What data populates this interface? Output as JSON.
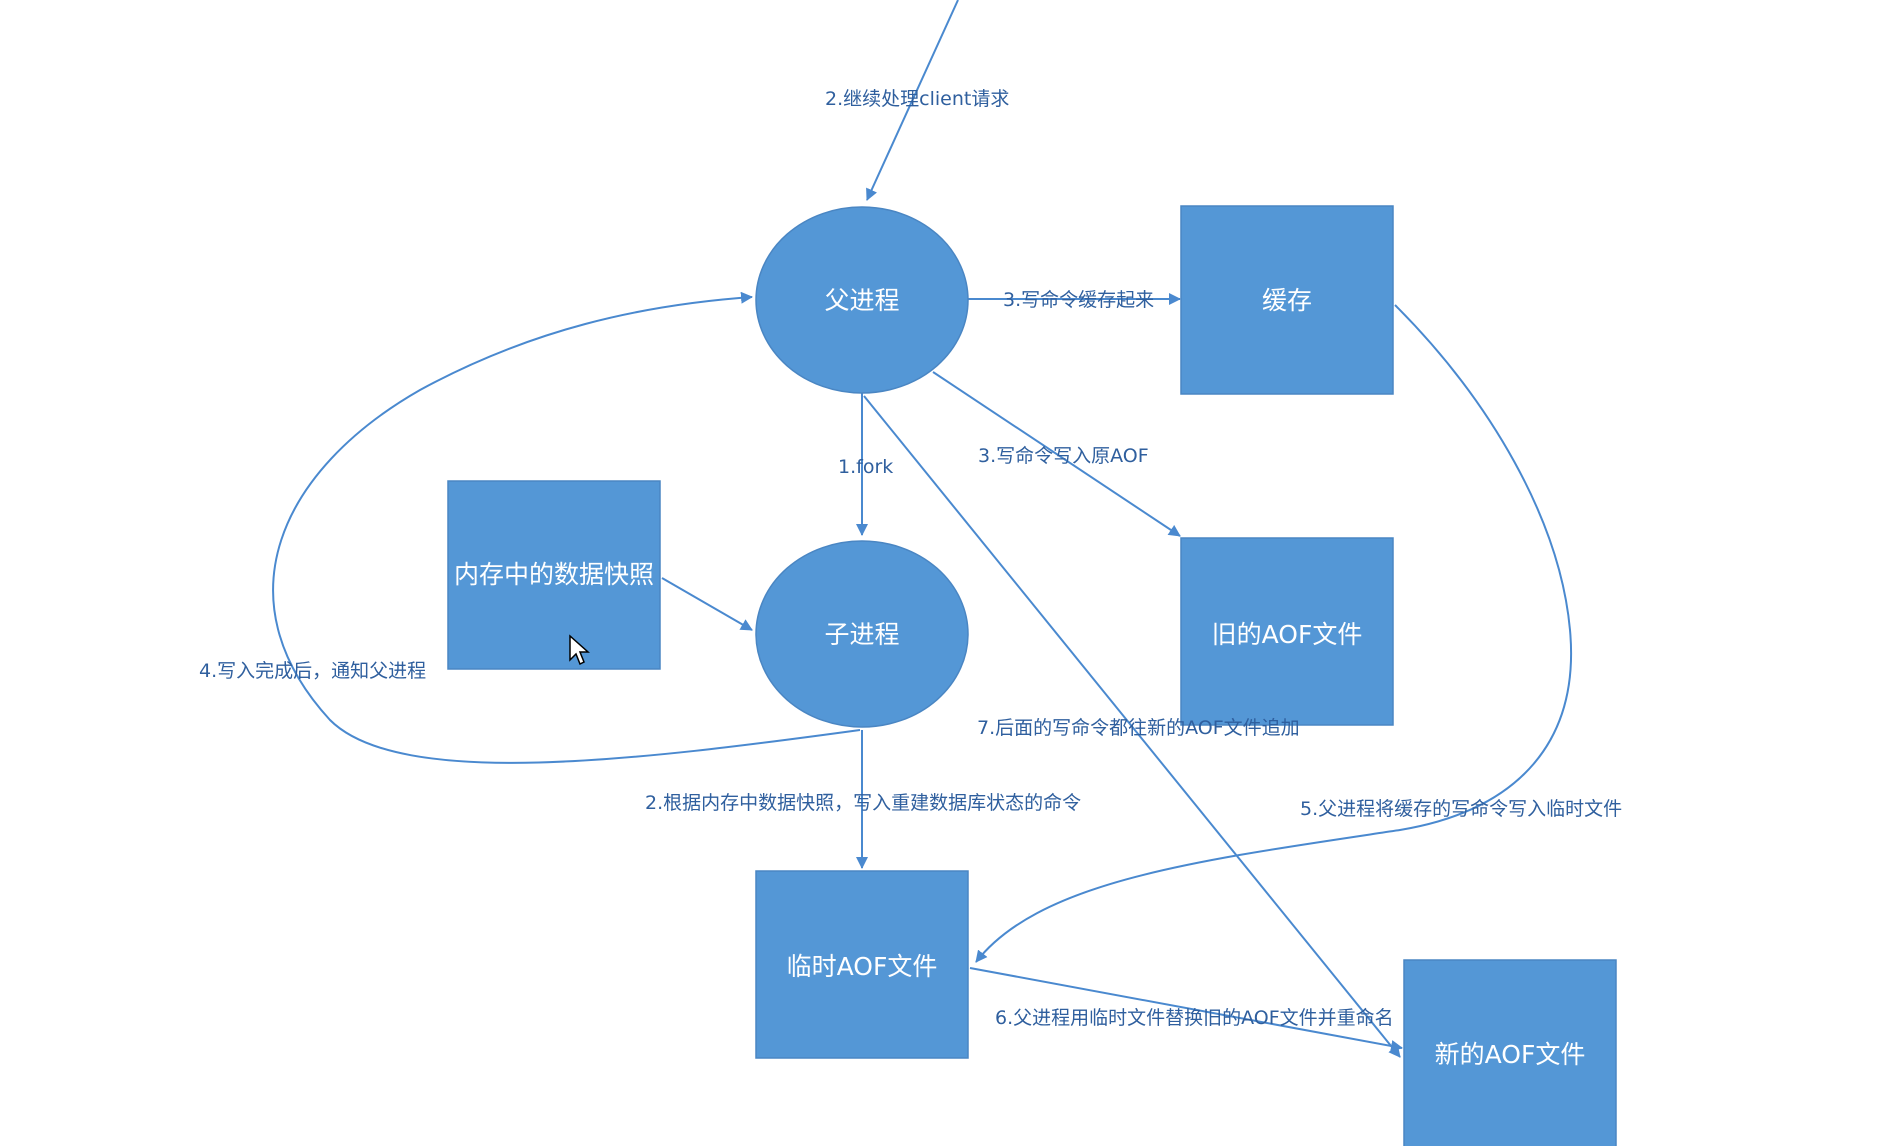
{
  "diagram": {
    "nodes": {
      "parent": {
        "label": "父进程",
        "shape": "ellipse"
      },
      "cache": {
        "label": "缓存",
        "shape": "rect"
      },
      "old_aof": {
        "label": "旧的AOF文件",
        "shape": "rect"
      },
      "child": {
        "label": "子进程",
        "shape": "ellipse"
      },
      "snapshot": {
        "label": "内存中的数据快照",
        "shape": "rect"
      },
      "temp_aof": {
        "label": "临时AOF文件",
        "shape": "rect"
      },
      "new_aof": {
        "label": "新的AOF文件",
        "shape": "rect"
      }
    },
    "edges": {
      "client_request": {
        "label": "2.继续处理client请求"
      },
      "cache_write": {
        "label": "3.写命令缓存起来"
      },
      "write_old_aof": {
        "label": "3.写命令写入原AOF"
      },
      "fork": {
        "label": "1.fork"
      },
      "notify_parent": {
        "label": "4.写入完成后，通知父进程"
      },
      "append_new_aof": {
        "label": "7.后面的写命令都往新的AOF文件追加"
      },
      "rebuild_cmds": {
        "label": "2.根据内存中数据快照，写入重建数据库状态的命令"
      },
      "flush_cache": {
        "label": "5.父进程将缓存的写命令写入临时文件"
      },
      "replace_rename": {
        "label": "6.父进程用临时文件替换旧的AOF文件并重命名"
      }
    },
    "colors": {
      "node_fill": "#5497d6",
      "node_border": "#4a86c3",
      "edge": "#4a89cf",
      "edge_label": "#2f5f9e",
      "node_text": "#ffffff"
    },
    "cursor_icon": "mouse-pointer"
  }
}
